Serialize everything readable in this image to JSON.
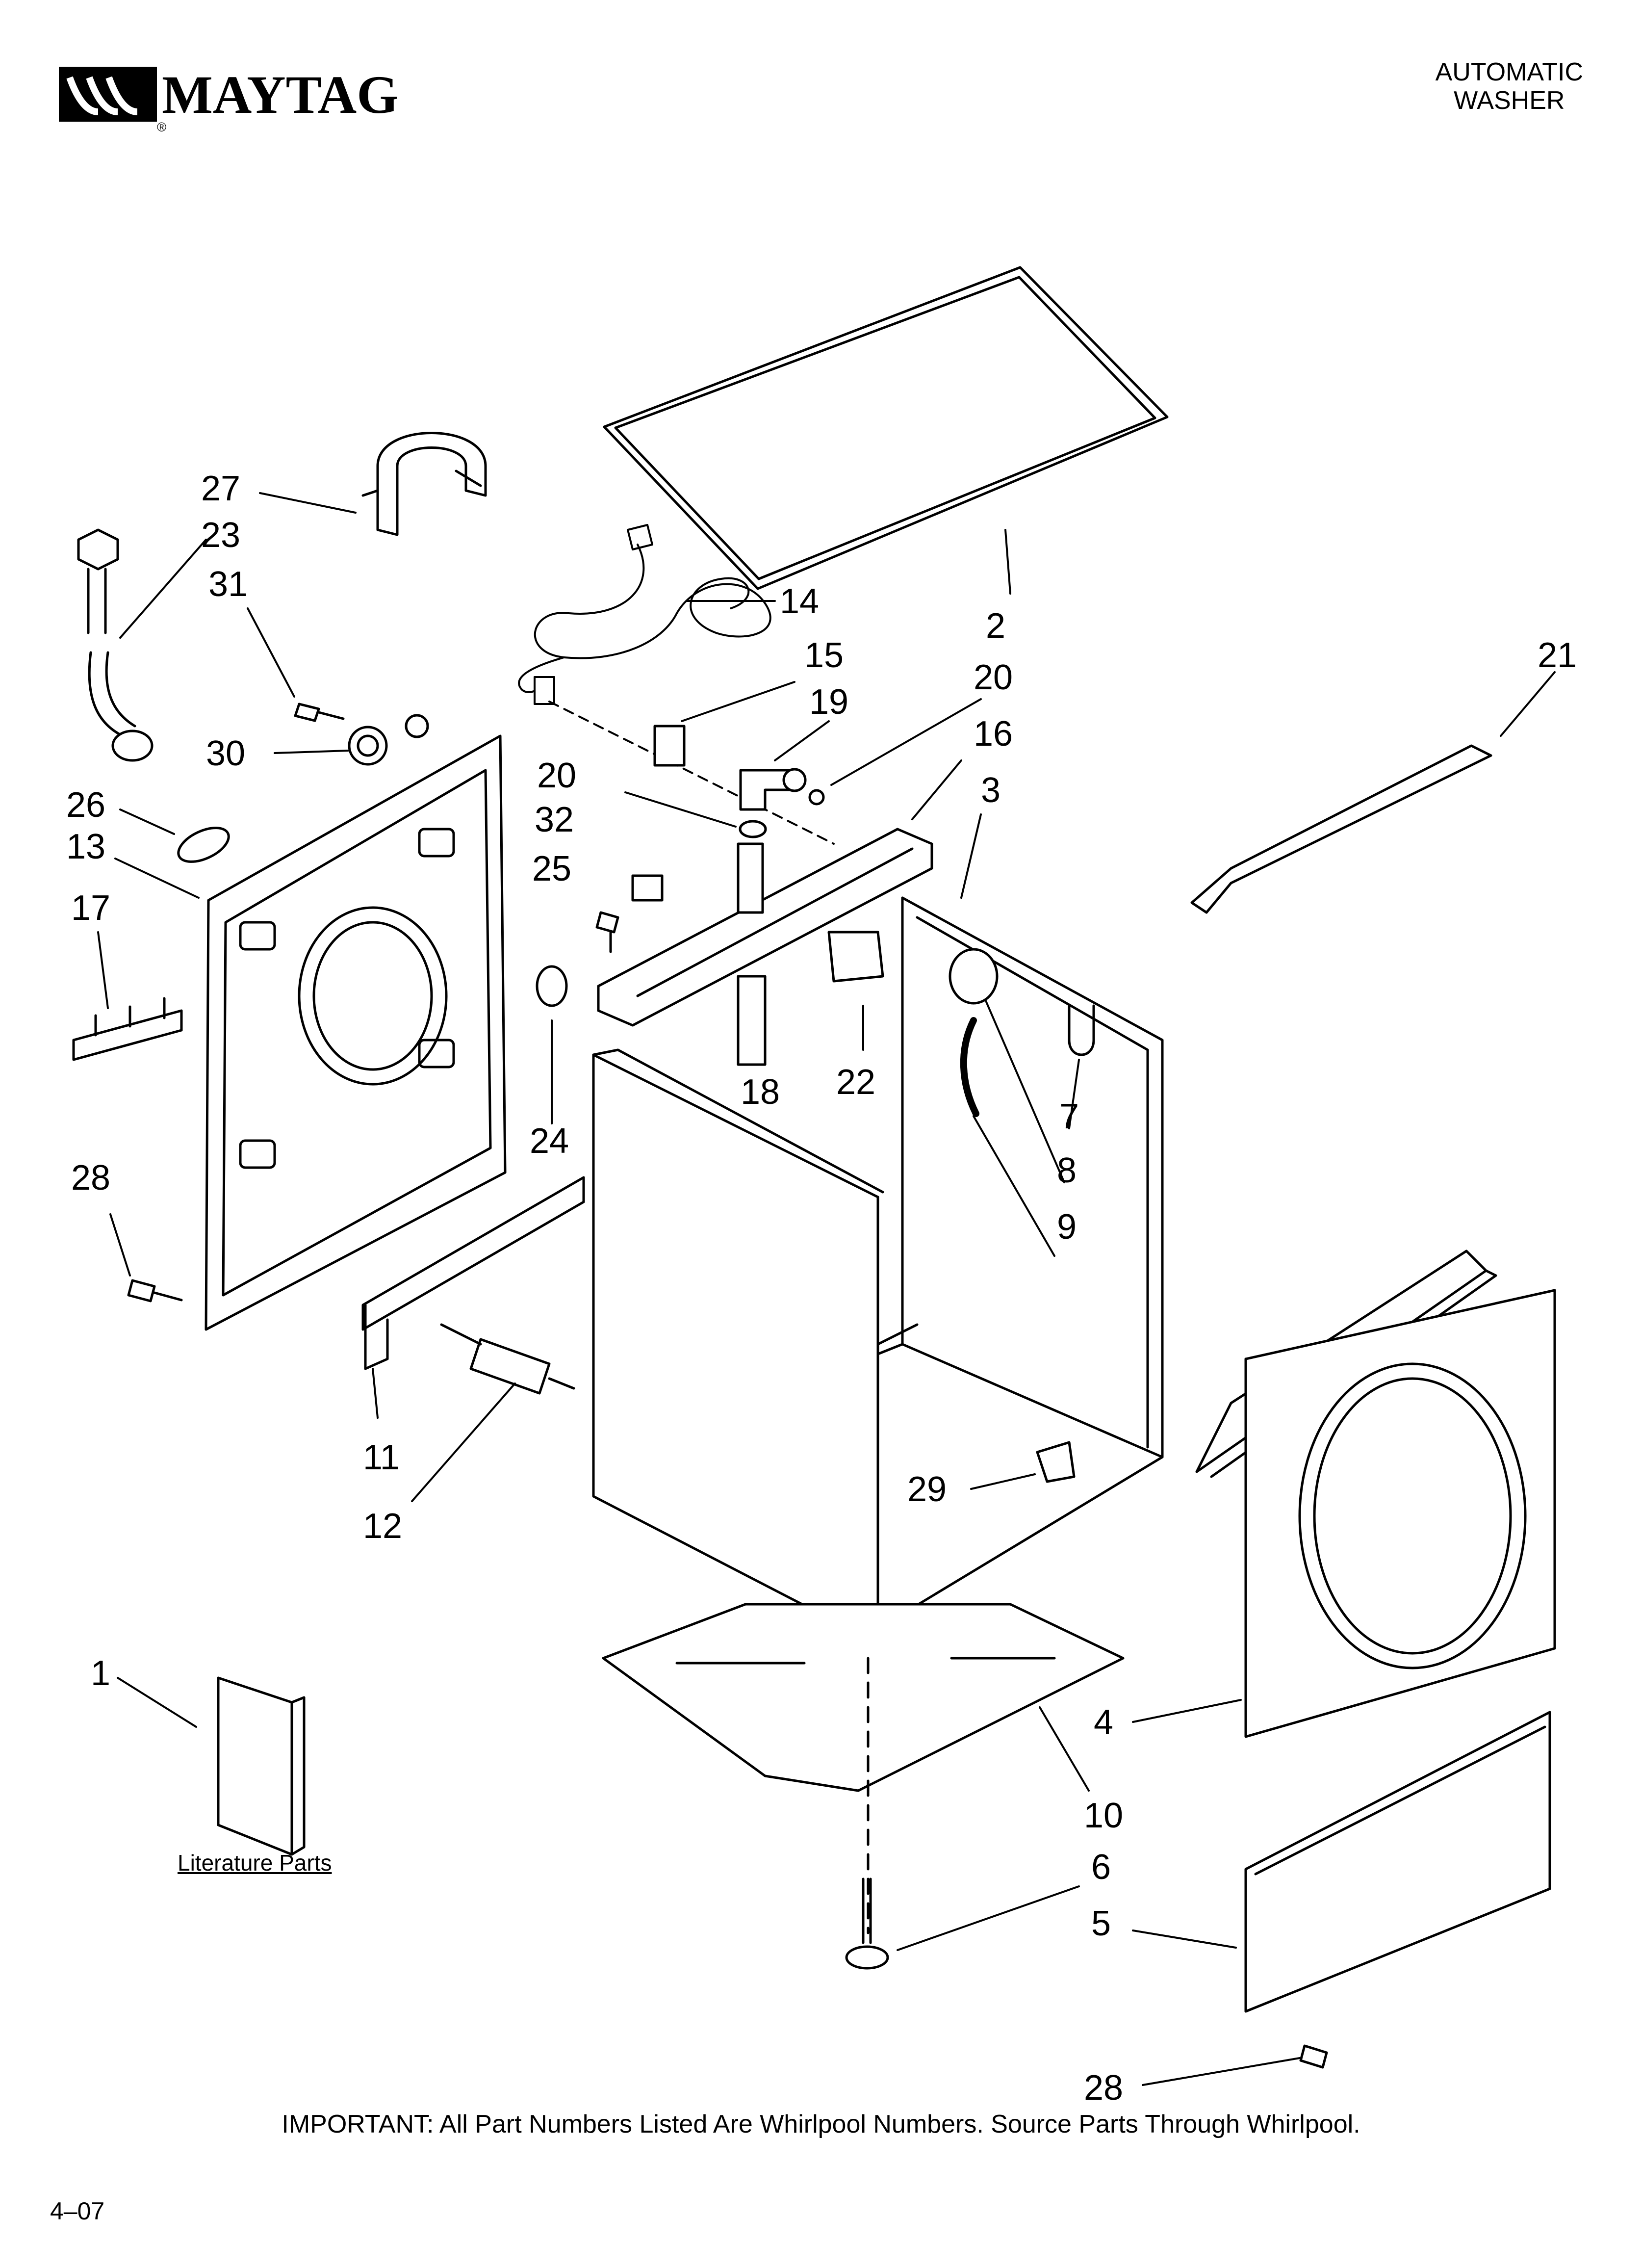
{
  "brand": {
    "name": "MAYTAG"
  },
  "header": {
    "line1": "AUTOMATIC",
    "line2": "WASHER"
  },
  "callouts": [
    "27",
    "23",
    "31",
    "30",
    "26",
    "13",
    "17",
    "28",
    "14",
    "15",
    "19",
    "20",
    "16",
    "3",
    "2",
    "21",
    "20",
    "32",
    "25",
    "24",
    "18",
    "22",
    "8",
    "7",
    "9",
    "11",
    "12",
    "29",
    "1",
    "4",
    "10",
    "6",
    "5",
    "28"
  ],
  "literature_label": "Literature Parts",
  "footer": "IMPORTANT: All Part Numbers Listed Are Whirlpool Numbers. Source Parts Through Whirlpool.",
  "page_code": "4–07"
}
